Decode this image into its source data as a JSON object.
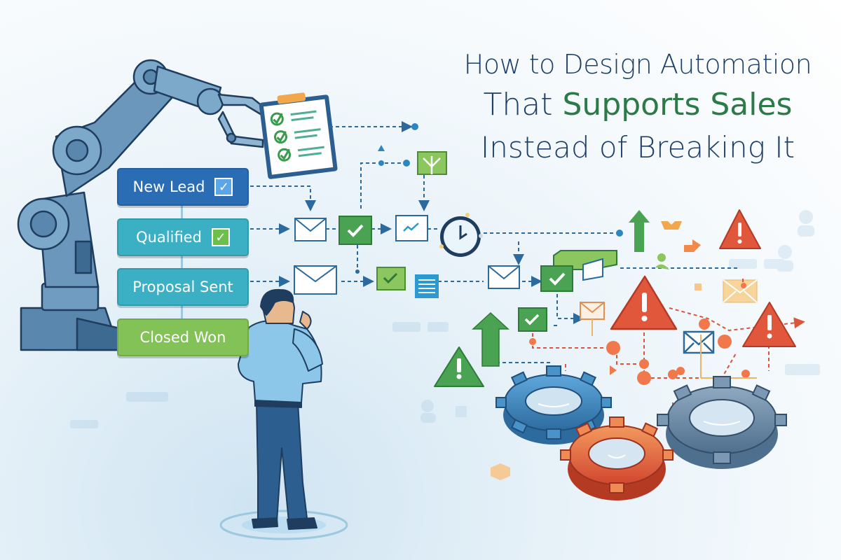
{
  "title": {
    "line1": "How to Design Automation",
    "line2_prefix": "That ",
    "line2_accent": "Supports Sales",
    "line3": "Instead of Breaking It"
  },
  "pipeline": {
    "stages": [
      {
        "label": "New Lead",
        "color": "#2a6db5",
        "checked": true,
        "check_color": "#5aa6e8"
      },
      {
        "label": "Qualified",
        "color": "#3bb0c4",
        "checked": true,
        "check_color": "#6cbf4a"
      },
      {
        "label": "Proposal Sent",
        "color": "#3bb0c4",
        "checked": false
      },
      {
        "label": "Closed Won",
        "color": "#82c256",
        "checked": false
      }
    ]
  },
  "icons": {
    "check": "✓",
    "warning": "!"
  },
  "colors": {
    "title": "#1e3f66",
    "accent_green": "#2b7a48",
    "flow_blue": "#2c6a9e",
    "success_green": "#4aa352",
    "error_red": "#e0573c",
    "robot_blue": "#4e7fa8"
  }
}
